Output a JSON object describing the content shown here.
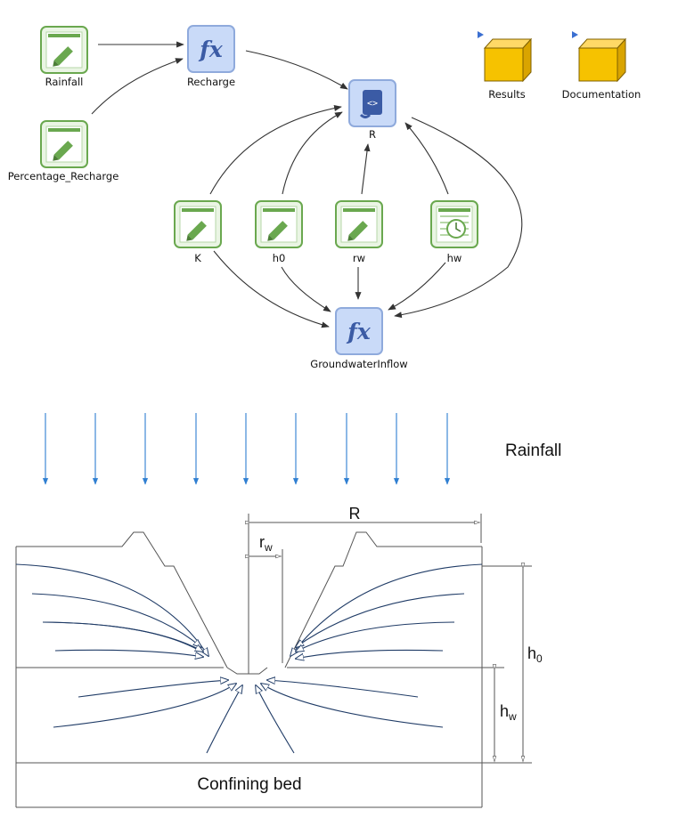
{
  "model": {
    "nodes": {
      "rainfall": {
        "label": "Rainfall",
        "kind": "data-entry"
      },
      "percentage_recharge": {
        "label": "Percentage_Recharge",
        "kind": "data-entry"
      },
      "recharge": {
        "label": "Recharge",
        "kind": "expression"
      },
      "r": {
        "label": "R",
        "kind": "script"
      },
      "k": {
        "label": "K",
        "kind": "data-entry"
      },
      "h0": {
        "label": "h0",
        "kind": "data-entry"
      },
      "rw": {
        "label": "rw",
        "kind": "data-entry"
      },
      "hw": {
        "label": "hw",
        "kind": "time-series"
      },
      "groundwater_inflow": {
        "label": "GroundwaterInflow",
        "kind": "expression"
      },
      "results": {
        "label": "Results",
        "kind": "container"
      },
      "documentation": {
        "label": "Documentation",
        "kind": "container"
      }
    },
    "icon_glyphs": {
      "expression": "fx",
      "script": "<>"
    }
  },
  "schematic": {
    "rainfall_label": "Rainfall",
    "radius_label": "R",
    "well_radius": {
      "base": "r",
      "sub": "w"
    },
    "head_initial": {
      "base": "h",
      "sub": "0"
    },
    "head_well": {
      "base": "h",
      "sub": "w"
    },
    "confining_bed_label": "Confining bed"
  },
  "colors": {
    "green_icon": "#6aa84f",
    "blue_icon": "#c9daf8",
    "container_yellow": "#f6c200",
    "rain_blue": "#2f7fd1",
    "flow_line": "#1f3b66"
  }
}
